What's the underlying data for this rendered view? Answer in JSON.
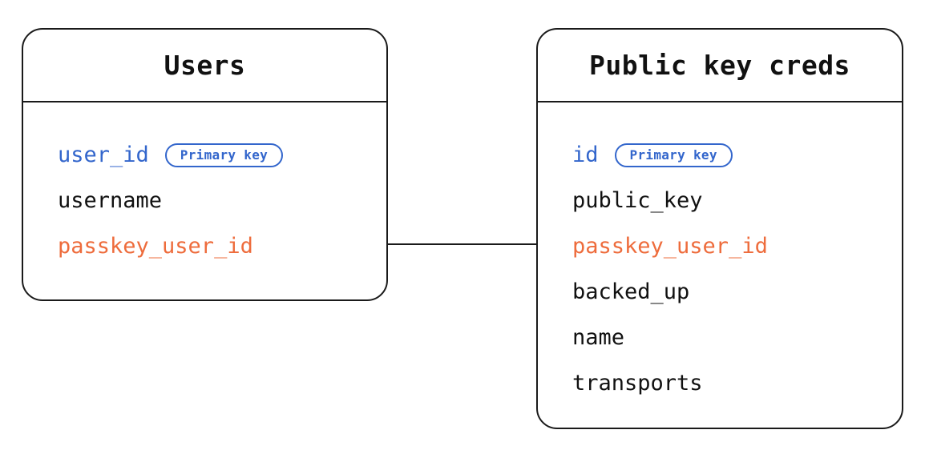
{
  "diagram": {
    "type": "entity-relationship-diagram",
    "background_color": "#ffffff",
    "line_color": "#1a1a1a",
    "colors": {
      "primary_key": "#3366cc",
      "foreign_key": "#ee6c3c",
      "plain": "#111111",
      "badge_border": "#3366cc"
    },
    "entities": [
      {
        "id": "users",
        "title": "Users",
        "fields": [
          {
            "name": "user_id",
            "tone": "pk",
            "badge": "Primary key"
          },
          {
            "name": "username",
            "tone": "plain",
            "badge": null
          },
          {
            "name": "passkey_user_id",
            "tone": "fk",
            "badge": null
          }
        ]
      },
      {
        "id": "public_key_creds",
        "title": "Public key creds",
        "fields": [
          {
            "name": "id",
            "tone": "pk",
            "badge": "Primary key"
          },
          {
            "name": "public_key",
            "tone": "plain",
            "badge": null
          },
          {
            "name": "passkey_user_id",
            "tone": "fk",
            "badge": null
          },
          {
            "name": "backed_up",
            "tone": "plain",
            "badge": null
          },
          {
            "name": "name",
            "tone": "plain",
            "badge": null
          },
          {
            "name": "transports",
            "tone": "plain",
            "badge": null
          }
        ]
      }
    ],
    "relationships": [
      {
        "id": "users-creds",
        "from": "users.passkey_user_id",
        "to": "public_key_creds.passkey_user_id",
        "style": "straight-line"
      }
    ]
  }
}
